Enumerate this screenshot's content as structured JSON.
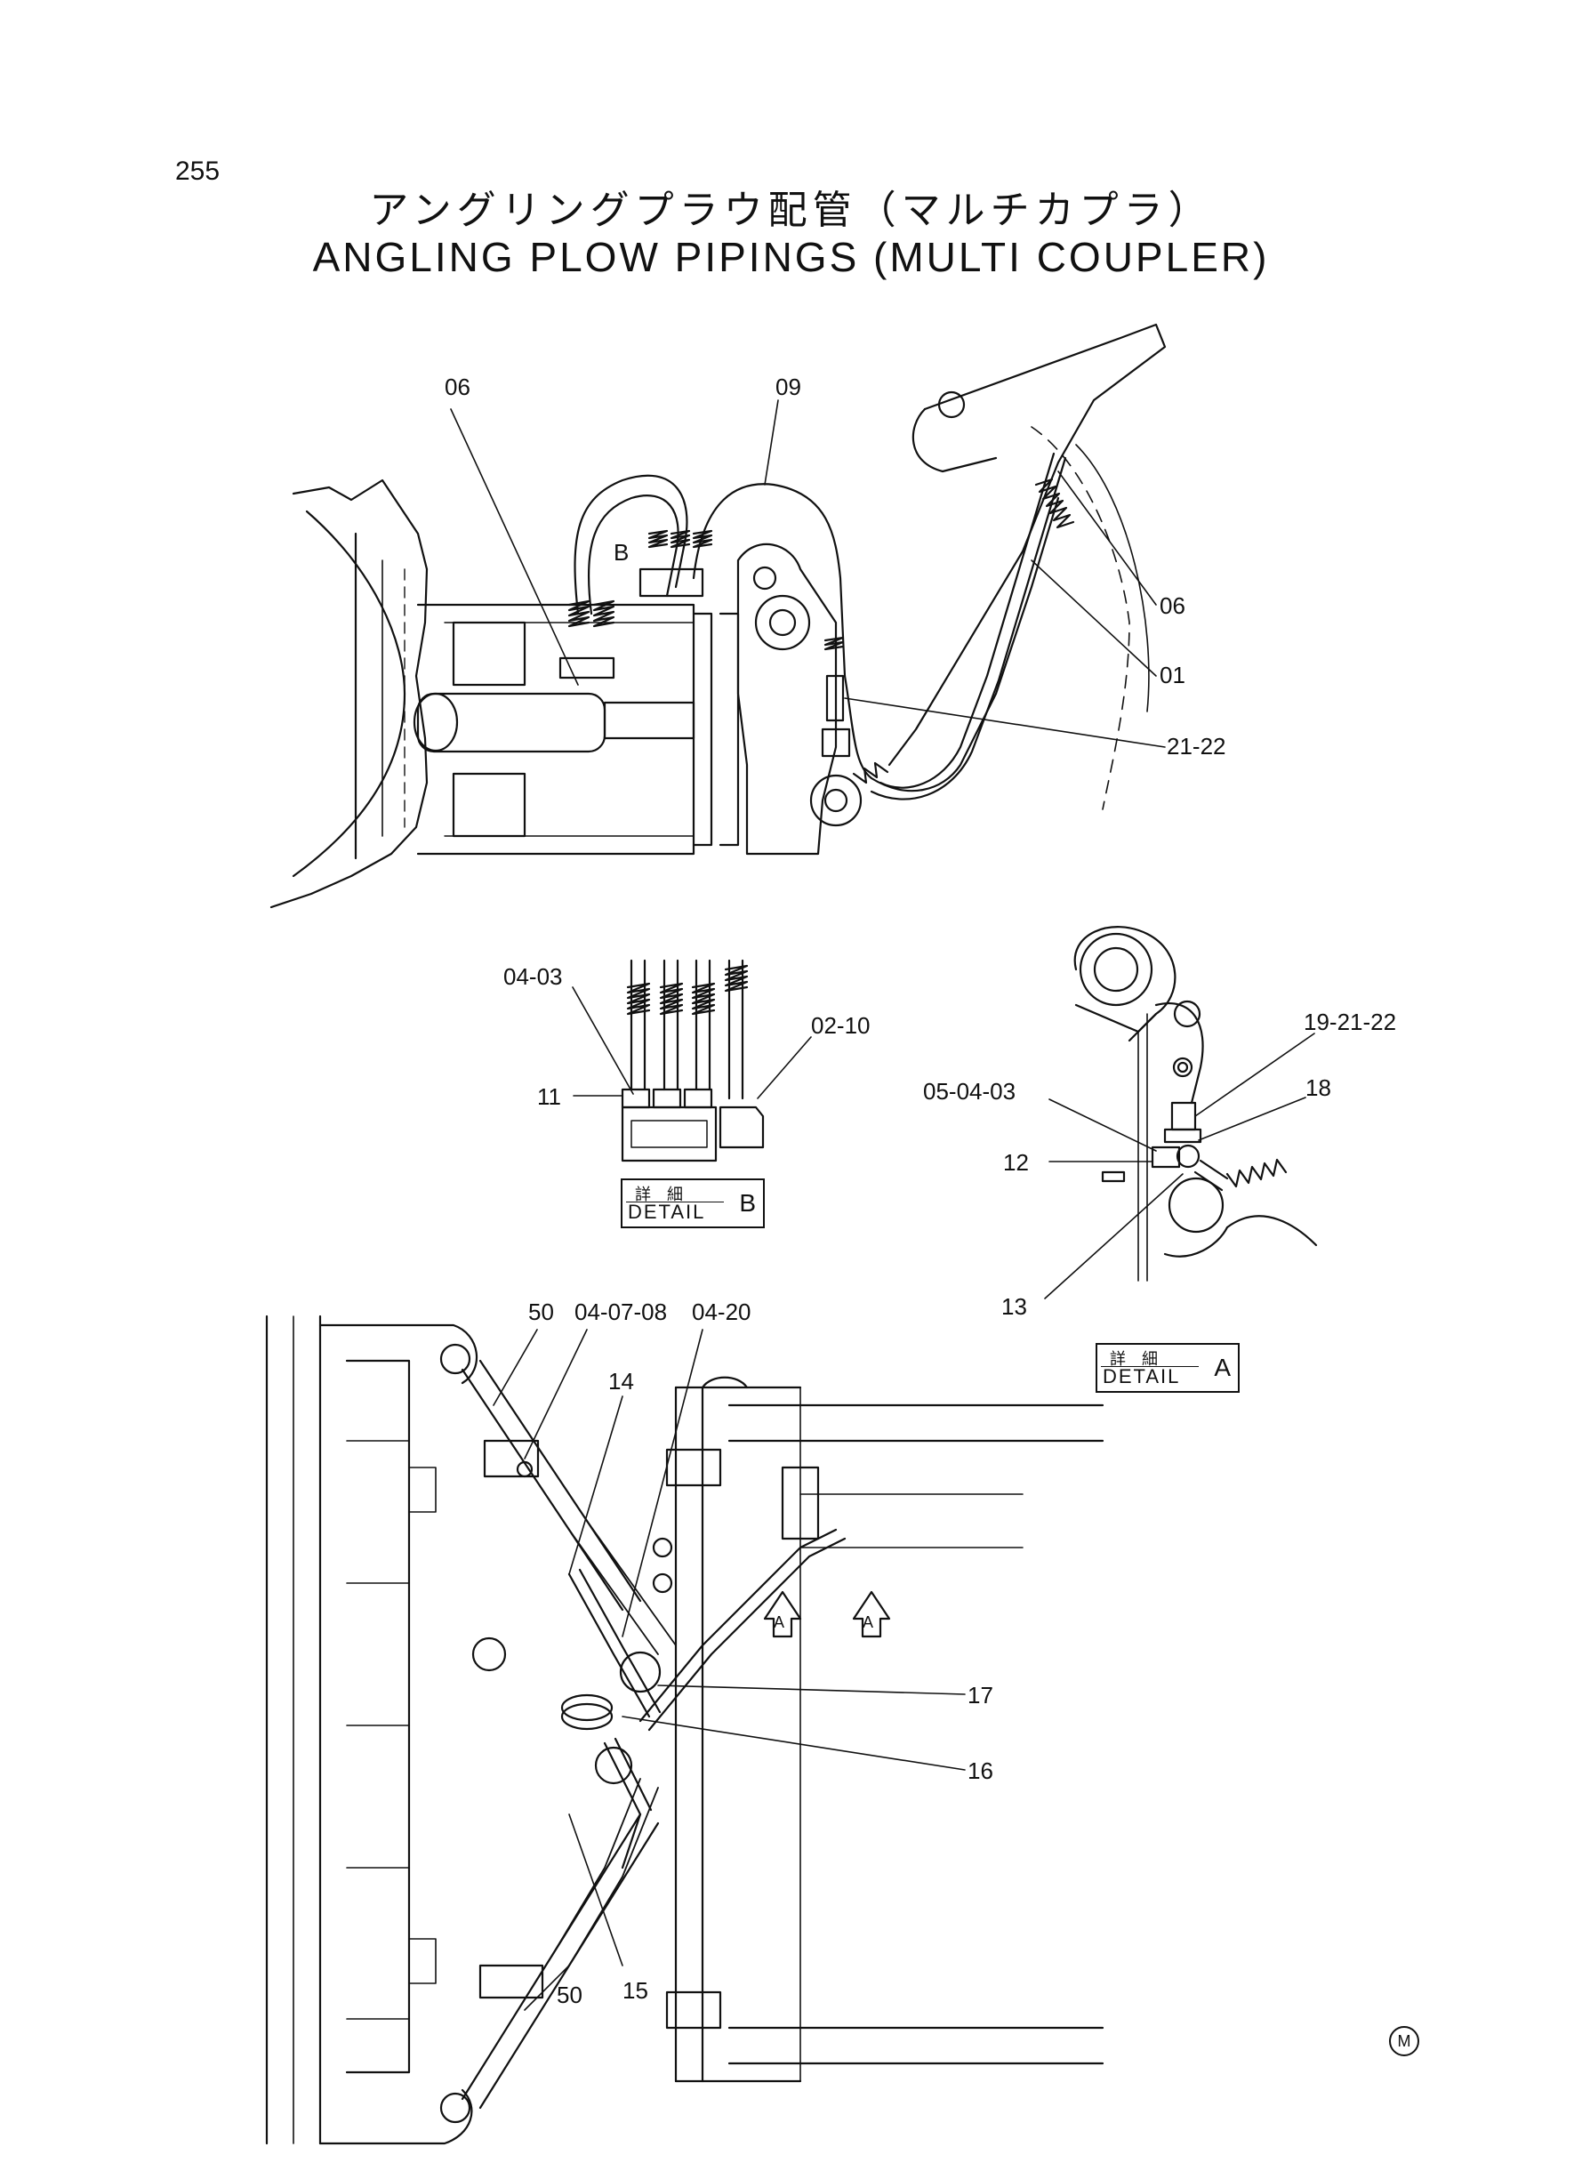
{
  "page_number": "255",
  "title_ja": "アングリングプラウ配管（マルチカプラ）",
  "title_en": "ANGLING PLOW PIPINGS (MULTI COUPLER)",
  "main_view": {
    "callouts": [
      "06",
      "09",
      "06",
      "01",
      "21-22"
    ],
    "view_marker": "B"
  },
  "detail_b": {
    "callouts": [
      "04-03",
      "02-10",
      "11"
    ],
    "label_ja": "詳　細",
    "label_en": "DETAIL",
    "letter": "B"
  },
  "detail_a": {
    "callouts": [
      "19-21-22",
      "18",
      "05-04-03",
      "12",
      "13"
    ],
    "label_ja": "詳　細",
    "label_en": "DETAIL",
    "letter": "A"
  },
  "bottom_view": {
    "callouts": [
      "50",
      "04-07-08",
      "04-20",
      "14",
      "17",
      "16",
      "50",
      "15"
    ],
    "view_markers": [
      "A",
      "A"
    ]
  },
  "corner_mark": "M"
}
